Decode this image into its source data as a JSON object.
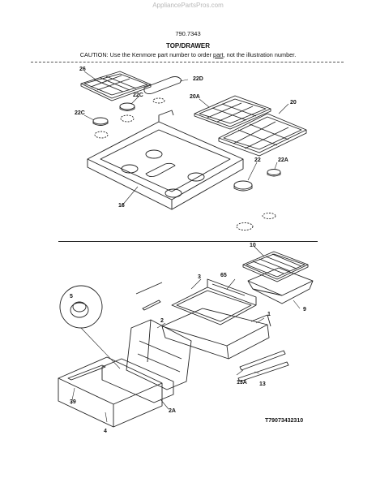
{
  "watermark": "AppliancePartsPros.com",
  "model_number": "790.7343",
  "section_title": "TOP/DRAWER",
  "caution": {
    "before": "CAUTION: Use the Kenmore part number to order ",
    "underlined": "part",
    "after": ", not the illustration number."
  },
  "callouts": {
    "c26": "26",
    "c22D": "22D",
    "c22C_top": "22C",
    "c22C_left": "22C",
    "c20A": "20A",
    "c20": "20",
    "c22": "22",
    "c22A": "22A",
    "c16": "16",
    "c10": "10",
    "c65": "65",
    "c9": "9",
    "c5": "5",
    "c3": "3",
    "c1": "1",
    "c2": "2",
    "c13A": "13A",
    "c13": "13",
    "c39": "39",
    "c4": "4",
    "c2A": "2A"
  },
  "illustration_code": "T79073432310"
}
